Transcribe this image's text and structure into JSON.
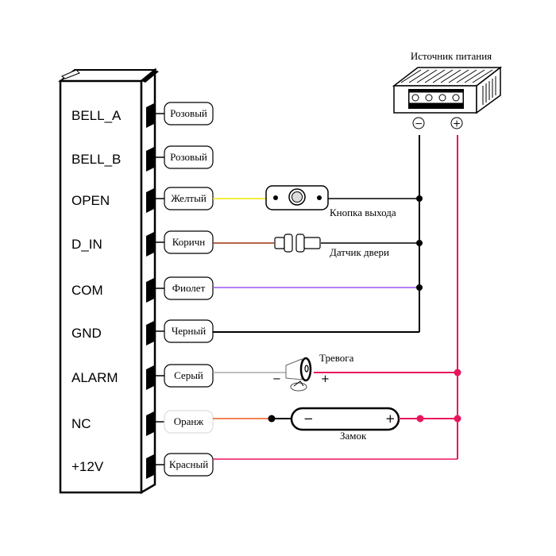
{
  "power_supply": {
    "label": "Источник питания",
    "minus": "−",
    "plus": "+"
  },
  "terminals": [
    {
      "pin": "BELL_A",
      "wire": "Розовый",
      "color": "#000000"
    },
    {
      "pin": "BELL_B",
      "wire": "Розовый",
      "color": "#000000"
    },
    {
      "pin": "OPEN",
      "wire": "Желтый",
      "color": "#f5e600"
    },
    {
      "pin": "D_IN",
      "wire": "Коричн",
      "color": "#a0300a"
    },
    {
      "pin": "COM",
      "wire": "Фиолет",
      "color": "#9a55f0"
    },
    {
      "pin": "GND",
      "wire": "Черный",
      "color": "#000000"
    },
    {
      "pin": "ALARM",
      "wire": "Серый",
      "color": "#999999"
    },
    {
      "pin": "NC",
      "wire": "Оранж",
      "color": "#f05a1e"
    },
    {
      "pin": "+12V",
      "wire": "Красный",
      "color": "#e8155a"
    }
  ],
  "devices": {
    "exit_button": "Кнопка выхода",
    "door_sensor": "Датчик двери",
    "alarm": "Тревога",
    "alarm_minus": "−",
    "alarm_plus": "+",
    "lock": "Замок",
    "lock_minus": "−",
    "lock_plus": "+"
  },
  "colors": {
    "positive": "#e8155a",
    "negative": "#000000"
  }
}
